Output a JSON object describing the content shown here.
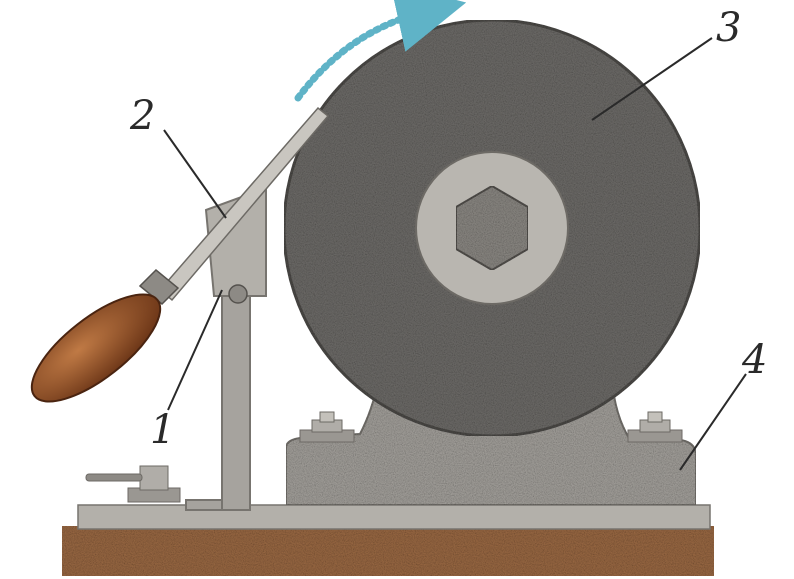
{
  "labels": {
    "tool_rest": "1",
    "chisel": "2",
    "grinding_wheel": "3",
    "housing": "4"
  },
  "colors": {
    "wheel": "#6f6d6a",
    "wheel_edge": "#4e4c49",
    "hub": "#b9b6b0",
    "shaft": "#8d8a85",
    "frame": "#a6a39e",
    "frame_dark": "#77746f",
    "base_plate": "#b3b0aa",
    "board": "#9c6a44",
    "handle": "#8a4a22",
    "rotation_arrow": "#5fb3c7",
    "leader": "#2a2a2a"
  },
  "icons": {
    "rotation": "curved-arrow-icon",
    "nut": "hex-nut-icon"
  }
}
